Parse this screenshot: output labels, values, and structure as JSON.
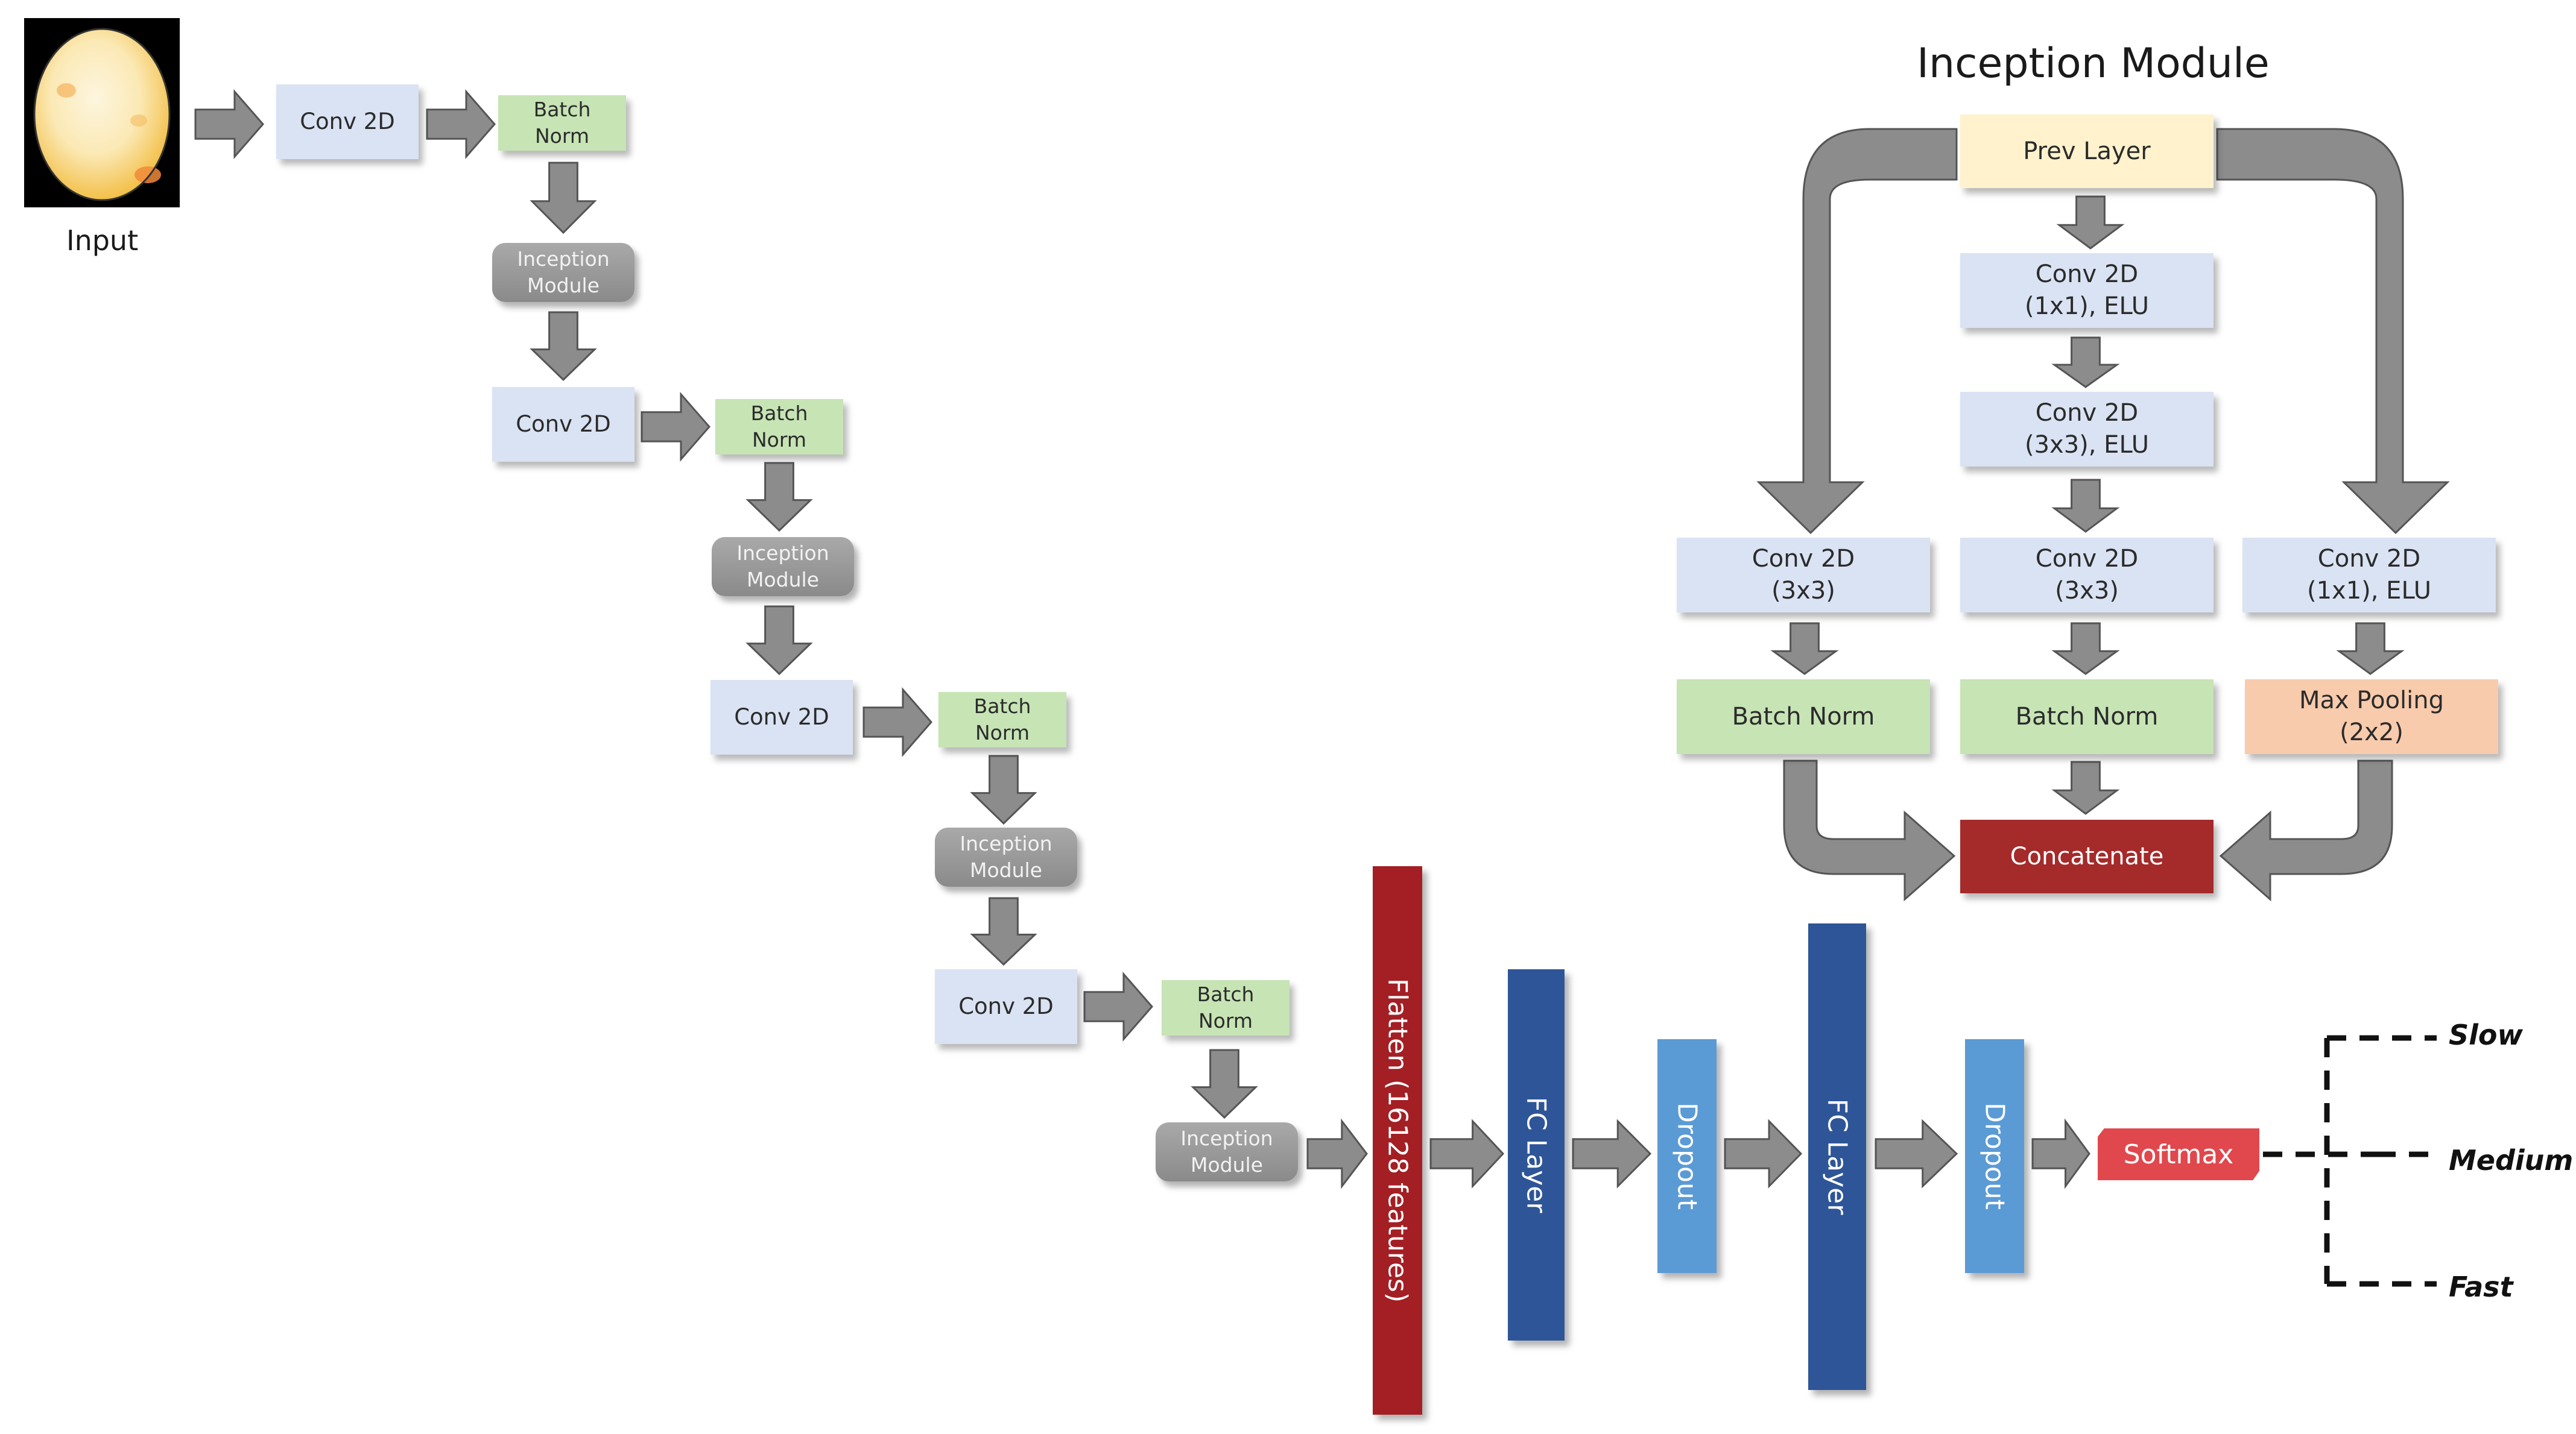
{
  "input": {
    "label": "Input"
  },
  "main": {
    "conv_label": "Conv 2D",
    "batch_label": "Batch\nNorm",
    "inception_label": "Inception\nModule",
    "flatten_label": "Flatten (16128 features)",
    "fc_label": "FC Layer",
    "dropout_label": "Dropout",
    "softmax_label": "Softmax"
  },
  "inception_module": {
    "title": "Inception Module",
    "prev_layer": "Prev Layer",
    "conv_1x1_elu": "Conv 2D\n(1x1), ELU",
    "conv_3x3_elu": "Conv 2D\n(3x3), ELU",
    "conv_3x3": "Conv 2D\n(3x3)",
    "batch_norm": "Batch Norm",
    "max_pool": "Max Pooling\n(2x2)",
    "concat": "Concatenate"
  },
  "outputs": [
    "Slow",
    "Medium",
    "Fast"
  ],
  "colors": {
    "conv": "#dae3f3",
    "batch_norm": "#c7e4b5",
    "inception": "#999999",
    "prev_layer": "#fff2cc",
    "max_pool": "#f8cbad",
    "concat": "#a52a2a",
    "flatten": "#a31f24",
    "fc": "#2e5597",
    "dropout": "#5b9bd5",
    "softmax": "#e0484d",
    "arrow": "#8c8c8c"
  }
}
